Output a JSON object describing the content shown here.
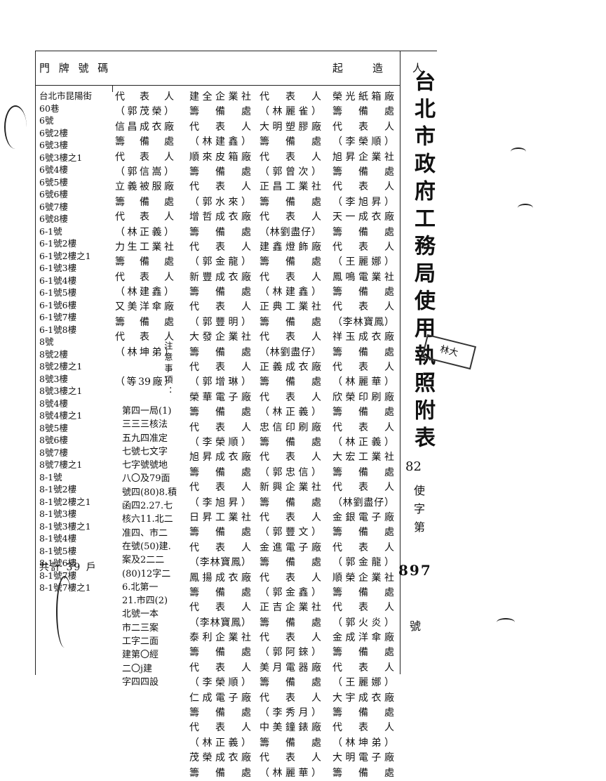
{
  "header": {
    "col_address": "門 牌 號 碼",
    "col_applicants": "起　　造　　人"
  },
  "title": "台北市政府工務局使用執照附表",
  "side": {
    "number": "82",
    "label": "使字第",
    "serial": "897",
    "hao": "號"
  },
  "stamp_text": "林大",
  "addresses": [
    "台北市昆陽街",
    "60巷",
    "6號",
    "6號2樓",
    "6號3樓",
    "6號3樓之1",
    "6號4樓",
    "6號5樓",
    "6號6樓",
    "6號7樓",
    "6號8樓",
    "6-1號",
    "6-1號2樓",
    "6-1號2樓之1",
    "6-1號3樓",
    "6-1號4樓",
    "6-1號5樓",
    "6-1號6樓",
    "6-1號7樓",
    "6-1號8樓",
    "8號",
    "8號2樓",
    "8號2樓之1",
    "8號3樓",
    "8號3樓之1",
    "8號4樓",
    "8號4樓之1",
    "8號5樓",
    "8號6樓",
    "8號7樓",
    "8號7樓之1",
    "8-1號",
    "8-1號2樓",
    "8-1號2樓之1",
    "8-1號3樓",
    "8-1號3樓之1",
    "8-1號4樓",
    "8-1號5樓",
    "8-1號6樓",
    "8-1號7樓",
    "8-1號7樓之1"
  ],
  "total": "共計 39 戶",
  "columns": [
    [
      "代　表　人",
      "（郭茂榮）",
      "信昌成衣廠",
      "籌　備　處",
      "代　表　人",
      "（郭信嵩）",
      "立義被服廠",
      "籌　備　處",
      "代　表　人",
      "（林正義）",
      "力生工業社",
      "籌　備　處",
      "代　表　人",
      "（林建鑫）",
      "又美洋傘廠",
      "籌　備　處",
      "代　表　人",
      "（林坤弟）",
      "",
      "（等39廠）"
    ],
    [
      "建全企業社",
      "籌　備　處",
      "代　表　人",
      "（林建鑫）",
      "順來皮箱廠",
      "籌　備　處",
      "代　表　人",
      "（郭水來）",
      "增哲成衣廠",
      "籌　備　處",
      "代　表　人",
      "（郭金龍）",
      "新豐成衣廠",
      "籌　備　處",
      "代　表　人",
      "（郭豐明）",
      "大發企業社",
      "籌　備　處",
      "代　表　人",
      "（郭增琳）",
      "榮華電子廠",
      "籌　備　處",
      "代　表　人",
      "（李榮順）",
      "旭昇成衣廠",
      "籌　備　處",
      "代　表　人",
      "（李旭昇）",
      "日昇工業社",
      "籌　備　處",
      "代　表　人",
      "（李林寶鳳）",
      "鳳揚成衣廠",
      "籌　備　處",
      "代　表　人",
      "（李林寶鳳）",
      "泰利企業社",
      "籌　備　處",
      "代　表　人",
      "（李榮順）",
      "仁成電子廠",
      "籌　備　處",
      "代　表　人",
      "（林正義）",
      "茂榮成衣廠",
      "籌　備　處"
    ],
    [
      "代　表　人",
      "（林麗雀）",
      "大明塑膠廠",
      "籌　備　處",
      "代　表　人",
      "（郭曾次）",
      "正昌工業社",
      "籌　備　處",
      "代　表　人",
      "（林劉盡仔）",
      "建鑫燈飾廠",
      "籌　備　處",
      "代　表　人",
      "（林建鑫）",
      "正典工業社",
      "籌　備　處",
      "代　表　人",
      "（林劉盡仔）",
      "正義成衣廠",
      "籌　備　處",
      "代　表　人",
      "（林正義）",
      "忠信印刷廠",
      "籌　備　處",
      "代　表　人",
      "（郭忠信）",
      "新興企業社",
      "籌　備　處",
      "代　表　人",
      "（郭豐文）",
      "金進電子廠",
      "籌　備　處",
      "代　表　人",
      "（郭金鑫）",
      "正吉企業社",
      "籌　備　處",
      "代　表　人",
      "（郭阿錸）",
      "美月電器廠",
      "籌　備　處",
      "代　表　人",
      "（李秀月）",
      "中美鐘錶廠",
      "籌　備　處",
      "代　表　人",
      "（林麗華）"
    ],
    [
      "榮光紙箱廠",
      "籌　備　處",
      "代　表　人",
      "（李榮順）",
      "旭昇企業社",
      "籌　備　處",
      "代　表　人",
      "（李旭昇）",
      "天一成衣廠",
      "籌　備　處",
      "代　表　人",
      "（王麗娜）",
      "鳳鳴電業社",
      "籌　備　處",
      "代　表　人",
      "（李林寶鳳）",
      "祥玉成衣廠",
      "籌　備　處",
      "代　表　人",
      "（林麗華）",
      "欣榮印刷廠",
      "籌　備　處",
      "代　表　人",
      "（林正義）",
      "大宏工業社",
      "籌　備　處",
      "代　表　人",
      "（林劉盡仔）",
      "金銀電子廠",
      "籌　備　處",
      "代　表　人",
      "（郭金龍）",
      "順榮企業社",
      "籌　備　處",
      "代　表　人",
      "（郭火炎）",
      "金成洋傘廠",
      "籌　備　處",
      "代　表　人",
      "（王麗娜）",
      "大宇成衣廠",
      "籌　備　處",
      "代　表　人",
      "（林坤弟）",
      "大明電子廠",
      "籌　備　處"
    ]
  ],
  "notes": {
    "heading": "注意事項：",
    "lines": [
      "第四一局(1)",
      "三三三核法",
      "五九四准定",
      "七號七文字",
      "七字號號地",
      "八〇及79面",
      "號四(80)8.積",
      "函四2.27.七",
      "核六11.北二",
      "准四、市二",
      "在號(50)建.",
      "案及2二二",
      "(80)12字二",
      "6.北第一",
      "21.市四(2)",
      "北號一本",
      "市二三案",
      "工字二面",
      "建第〇經",
      "二〇j建",
      "字四四設"
    ]
  }
}
